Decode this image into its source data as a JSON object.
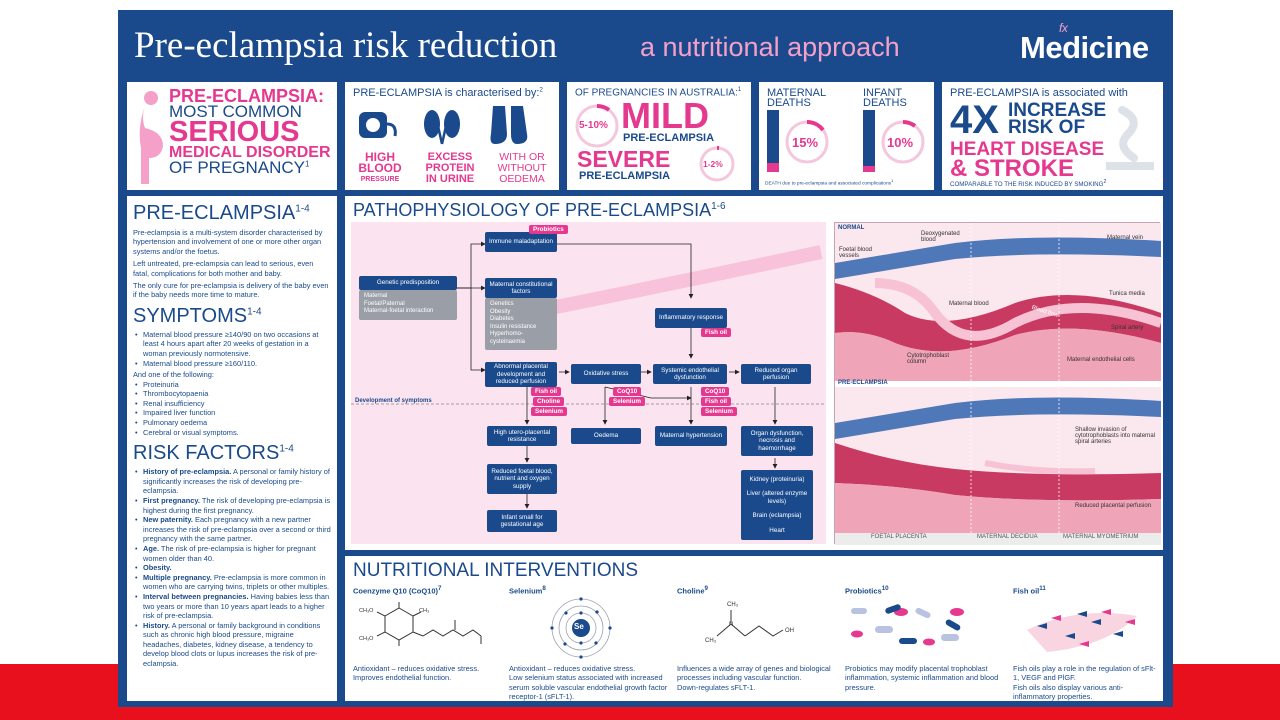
{
  "header": {
    "title": "Pre-eclampsia risk reduction",
    "subtitle": "a nutritional approach",
    "brand": "Medicine",
    "brand_mark": "fx"
  },
  "box1": {
    "line1": "PRE-ECLAMPSIA:",
    "line2": "MOST COMMON",
    "line3": "SERIOUS",
    "line4": "MEDICAL DISORDER",
    "line5": "OF PREGNANCY",
    "ref": "1"
  },
  "box2": {
    "heading_pink": "PRE-ECLAMPSIA",
    "heading_rest": " is characterised by:",
    "ref": "2",
    "items": [
      {
        "icon": "blood-pressure-monitor",
        "l1": "HIGH",
        "l2": "BLOOD",
        "l3": "PRESSURE"
      },
      {
        "icon": "kidneys",
        "l1": "EXCESS",
        "l2": "PROTEIN",
        "l3": "IN URINE"
      },
      {
        "icon": "swollen-feet",
        "l1": "WITH OR",
        "l2": "WITHOUT",
        "l3": "OEDEMA"
      }
    ]
  },
  "box3": {
    "heading": "OF PREGNANCIES IN AUSTRALIA:",
    "ref": "1",
    "mild_pct": "5-10%",
    "mild_word": "MILD",
    "mild_sub": "PRE-ECLAMPSIA",
    "severe_word": "SEVERE",
    "severe_sub": "PRE-ECLAMPSIA",
    "severe_pct": "1-2%"
  },
  "box4": {
    "maternal_l1": "MATERNAL",
    "maternal_l2": "DEATHS",
    "maternal_pct": "15%",
    "maternal_value": 15,
    "infant_l1": "INFANT",
    "infant_l2": "DEATHS",
    "infant_pct": "10%",
    "infant_value": 10,
    "footnote": "DEATH due to pre-eclampsia and associated complications",
    "footnote_ref": "1"
  },
  "box5": {
    "heading_pink": "PRE-ECLAMPSIA",
    "heading_rest": " is associated with",
    "big": "4X",
    "l1": "INCREASE",
    "l2": "RISK OF",
    "l3": "HEART DISEASE",
    "l4": "& STROKE",
    "footnote": "COMPARABLE TO THE RISK INDUCED BY SMOKING",
    "footnote_ref": "2"
  },
  "left": {
    "pe_heading": "PRE-ECLAMPSIA",
    "pe_ref": "1-4",
    "pe_paras": [
      "Pre-eclampsia is a multi-system disorder characterised by hypertension and involvement of one or more other organ systems and/or the foetus.",
      "Left untreated, pre-eclampsia can lead to serious, even fatal, complications for both mother and baby.",
      "The only cure for pre-eclampsia is delivery of the baby even if the baby needs more time to mature."
    ],
    "sym_heading": "SYMPTOMS",
    "sym_ref": "1-4",
    "sym_items": [
      "Maternal blood pressure ≥140/90 on two occasions at least 4 hours apart after 20 weeks of gestation in a woman previously normotensive.",
      "Maternal blood pressure ≥160/110."
    ],
    "sym_and": "And one of the following:",
    "sym_items2": [
      "Proteinuria",
      "Thrombocytopaenia",
      "Renal insufficiency",
      "Impaired liver function",
      "Pulmonary oedema",
      "Cerebral or visual symptoms."
    ],
    "risk_heading": "RISK FACTORS",
    "risk_ref": "1-4",
    "risk_items": [
      {
        "b": "History of pre-eclampsia.",
        "t": " A personal or family history of significantly increases the risk of developing pre-eclampsia."
      },
      {
        "b": "First pregnancy.",
        "t": " The risk of developing pre-eclampsia is highest during the first pregnancy."
      },
      {
        "b": "New paternity.",
        "t": " Each pregnancy with a new partner increases the risk of pre-eclampsia over a second or third pregnancy with the same partner."
      },
      {
        "b": "Age.",
        "t": " The risk of pre-eclampsia is higher for pregnant women older than 40."
      },
      {
        "b": "Obesity.",
        "t": ""
      },
      {
        "b": "Multiple pregnancy.",
        "t": " Pre-eclampsia is more common in women who are carrying twins, triplets or other multiples."
      },
      {
        "b": "Interval between pregnancies.",
        "t": " Having babies less than two years or more than 10 years apart leads to a higher risk of pre-eclampsia."
      },
      {
        "b": "History.",
        "t": " A personal or family background in conditions such as chronic high blood pressure, migraine headaches, diabetes, kidney disease, a tendency to develop blood clots or lupus increases the risk of pre-eclampsia."
      }
    ]
  },
  "patho": {
    "heading": "PATHOPHYSIOLOGY OF PRE-ECLAMPSIA",
    "ref": "1-6",
    "genetic": "Genetic predisposition",
    "genetic_items": [
      "Maternal",
      "Foetal/Paternal",
      "Maternal-foetal interaction"
    ],
    "immune": "Immune maladaptation",
    "maternal_const": "Maternal constitutional factors",
    "maternal_items": [
      "Genetics",
      "Obesity",
      "Diabetes",
      "Insulin resistance",
      "Hyperhomo-cysteinaemia"
    ],
    "inflammatory": "Inflammatory response",
    "abnormal": "Abnormal placental development and reduced perfusion",
    "oxidative": "Oxidative stress",
    "systemic": "Systemic endothelial dysfunction",
    "reduced_organ": "Reduced organ perfusion",
    "dev_symptoms": "Development of symptoms",
    "high_utero": "High utero-placental resistance",
    "oedema": "Oedema",
    "maternal_hyp": "Maternal hypertension",
    "organ_dys": "Organ dysfunction, necrosis and haemorrhage",
    "reduced_foetal": "Reduced foetal blood, nutrient and oxygen supply",
    "infant_small": "Infant small for gestational age",
    "organs": [
      "Kidney (proteinuria)",
      "Liver (altered enzyme levels)",
      "Brain (eclampsia)",
      "Heart"
    ],
    "tags": {
      "probiotics": "Probiotics",
      "fishoil": "Fish oil",
      "choline": "Choline",
      "selenium": "Selenium",
      "coq10": "CoQ10"
    },
    "illus": {
      "normal": "NORMAL",
      "pre": "PRE-ECLAMPSIA",
      "deoxy": "Deoxygenated blood",
      "foetal_vessels": "Foetal blood vessels",
      "maternal_vein": "Maternal vein",
      "tunica": "Tunica media",
      "maternal_blood": "Maternal blood",
      "blood_flow": "Blood flow",
      "spiral": "Spiral artery",
      "cyto": "Cytotrophoblast column",
      "endo": "Maternal endothelial cells",
      "shallow": "Shallow invasion of cytotrophoblasts into maternal spiral arteries",
      "reduced_perf": "Reduced placental perfusion",
      "foetal_placenta": "FOETAL PLACENTA",
      "maternal_decidua": "MATERNAL DECIDUA",
      "maternal_myo": "MATERNAL MYOMETRIUM"
    }
  },
  "nutrition": {
    "heading": "NUTRITIONAL INTERVENTIONS",
    "items": [
      {
        "name": "Coenzyme Q10 (CoQ10)",
        "ref": "7",
        "icon": "coq10-molecule-icon",
        "text": [
          "Antioxidant – reduces oxidative stress.",
          "Improves endothelial function."
        ]
      },
      {
        "name": "Selenium",
        "ref": "8",
        "icon": "selenium-atom-icon",
        "text": [
          "Antioxidant – reduces oxidative stress.",
          "Low selenium status associated with increased serum soluble vascular endothelial growth factor receptor-1 (sFLT-1)."
        ]
      },
      {
        "name": "Choline",
        "ref": "9",
        "icon": "choline-molecule-icon",
        "text": [
          "Influences a wide array of genes and biological processes including vascular function.",
          "Down-regulates sFLT-1."
        ]
      },
      {
        "name": "Probiotics",
        "ref": "10",
        "icon": "bacteria-icon",
        "text": [
          "Probiotics may modify placental trophoblast inflammation, systemic inflammation and blood pressure."
        ]
      },
      {
        "name": "Fish oil",
        "ref": "11",
        "icon": "fish-school-icon",
        "text": [
          "Fish oils play a role in the regulation of sFlt-1, VEGF and PlGF.",
          "Fish oils also display various anti-inflammatory properties."
        ]
      }
    ],
    "se_label": "Se",
    "coq_ch3": "CH₃O",
    "coq_ch3b": "CH₃",
    "ch3": "CH₃",
    "oh": "OH",
    "n": "N"
  },
  "colors": {
    "navy": "#1a4a8c",
    "pink": "#e5388f",
    "red_bar": "#e8101c"
  }
}
